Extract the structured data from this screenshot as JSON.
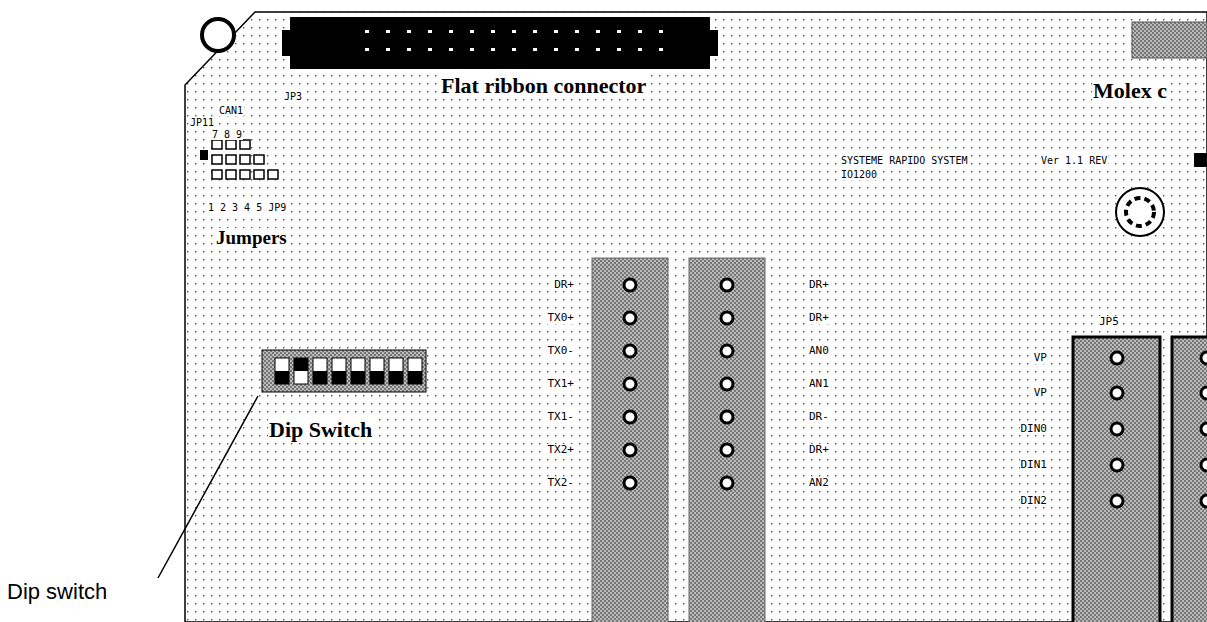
{
  "diagram": {
    "labels": [
      "JP3",
      "Flat ribbon connector",
      "Molex c",
      "CAN1",
      "JP11",
      "7 8 9",
      "1 2 3 4 5 JP9",
      "Jumpers",
      "SYSTEME RAPIDO SYSTEM",
      "IO1200",
      "Ver 1.1 REV",
      "Dip Switch",
      "Dip switch",
      "DR+",
      "TX0+",
      "TX0-",
      "TX1+",
      "TX1-",
      "TX2+",
      "TX2-",
      "DR+",
      "DR+",
      "AN0",
      "AN1",
      "DR-",
      "DR+",
      "AN2",
      "JP5",
      "VP",
      "VP",
      "DIN0",
      "DIN1",
      "DIN2"
    ]
  }
}
